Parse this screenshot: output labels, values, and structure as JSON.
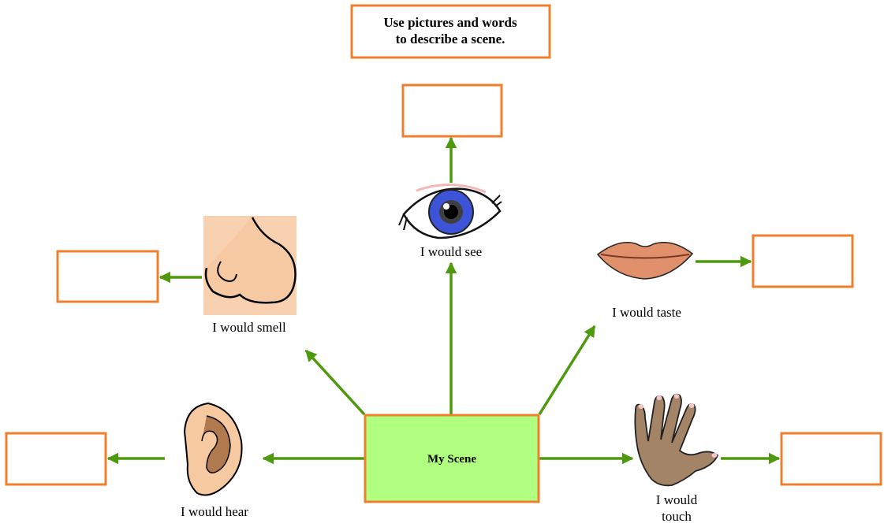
{
  "instruction": {
    "line1": "Use pictures and words",
    "line2": "to describe a scene."
  },
  "center": {
    "label": "My Scene"
  },
  "senses": {
    "see": "I would see",
    "smell": "I would smell",
    "taste": "I would taste",
    "hear": "I would hear",
    "touch_line1": "I would",
    "touch_line2": "touch"
  },
  "icons": {
    "eye": "eye-icon",
    "nose": "nose-icon",
    "lips": "lips-icon",
    "ear": "ear-icon",
    "hand": "hand-icon"
  },
  "colors": {
    "box_border": "#f07f2d",
    "arrow": "#4e9a0e",
    "center_fill": "#b0ff80"
  }
}
